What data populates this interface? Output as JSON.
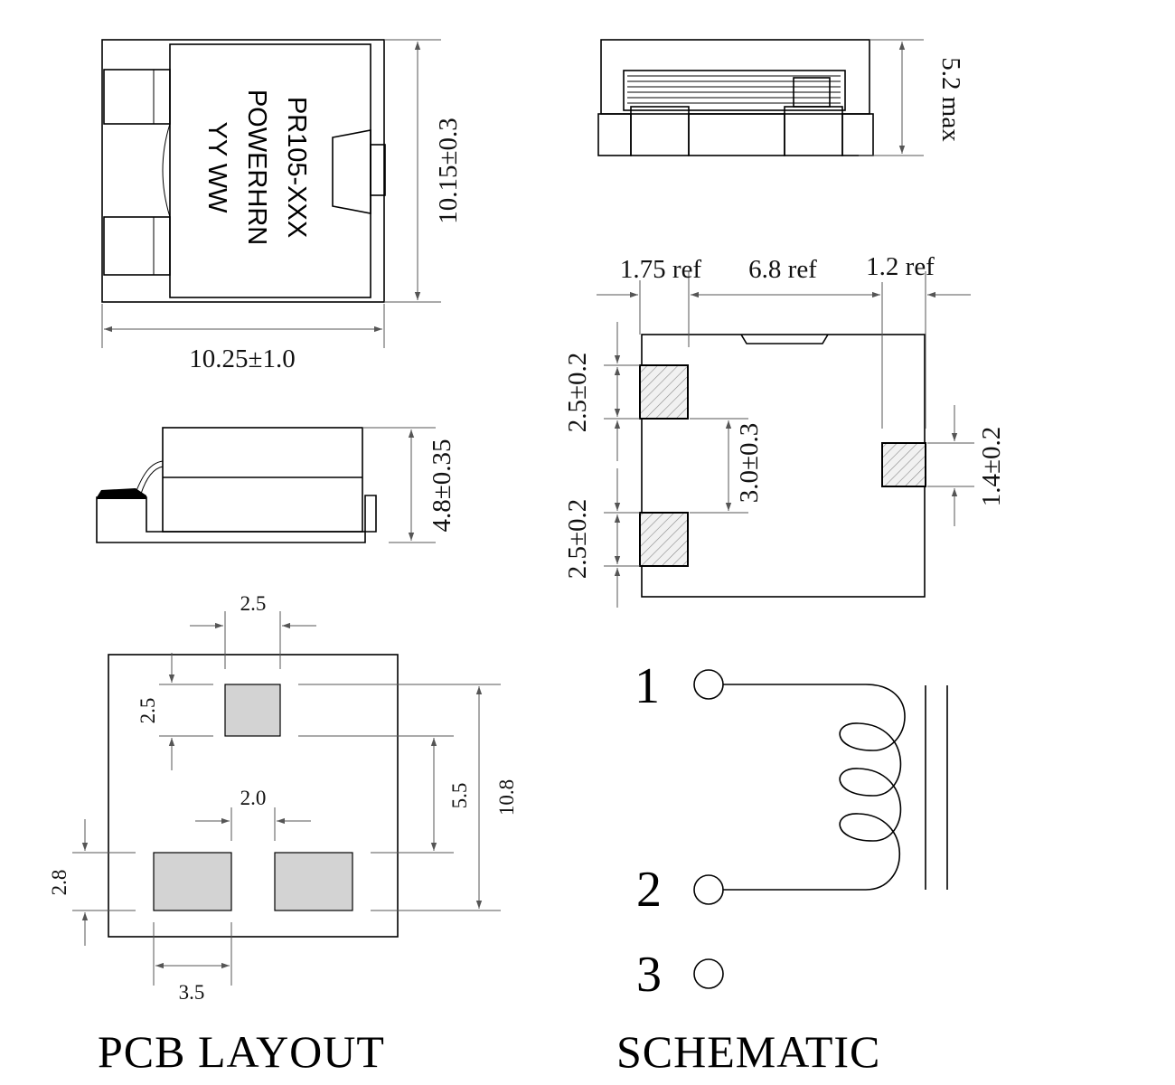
{
  "marking": {
    "line1": "PR105-XXX",
    "line2": "POWERHRN",
    "line3": "YY WW"
  },
  "top_view": {
    "height_dim": "10.15±0.3",
    "width_dim": "10.25±1.0"
  },
  "front_view": {
    "height_dim": "5.2 max"
  },
  "side_view": {
    "height_dim": "4.8±0.35"
  },
  "bottom_view": {
    "left_ref": "1.75 ref",
    "mid_ref": "6.8 ref",
    "right_ref": "1.2 ref",
    "pad_top_dim": "2.5±0.2",
    "pad_gap_dim": "3.0±0.3",
    "pad_bottom_dim": "2.5±0.2",
    "pad_right_dim": "1.4±0.2"
  },
  "pcb_layout": {
    "caption": "PCB LAYOUT",
    "top_pad_width": "2.5",
    "top_pad_height": "2.5",
    "pad_gap": "2.0",
    "pad_spacing": "5.5",
    "overall_height": "10.8",
    "bottom_pad_height": "2.8",
    "bottom_pad_width": "3.5"
  },
  "schematic": {
    "caption": "SCHEMATIC",
    "pin1": "1",
    "pin2": "2",
    "pin3": "3"
  }
}
